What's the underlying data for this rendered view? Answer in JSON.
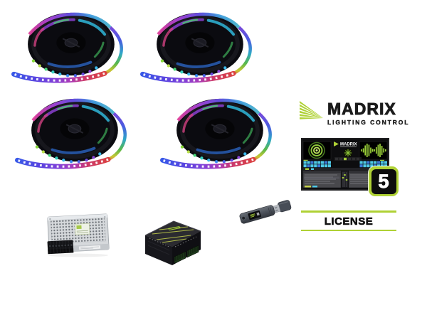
{
  "brand": {
    "wordmark": "MADRIX",
    "tagline": "LIGHTING CONTROL"
  },
  "software": {
    "screenshot_brand": "MADRIX",
    "version_badge": "5"
  },
  "license": {
    "label": "LICENSE"
  },
  "colors": {
    "madrix_green": "#AFD135",
    "badge_black": "#0D0D0D",
    "text_black": "#1B1B1B",
    "background": "#FFFFFF"
  },
  "products": {
    "items": [
      {
        "name": "led-strip-reel"
      },
      {
        "name": "led-strip-reel"
      },
      {
        "name": "led-strip-reel"
      },
      {
        "name": "led-strip-reel"
      },
      {
        "name": "power-supply"
      },
      {
        "name": "led-controller"
      },
      {
        "name": "usb-license-dongle"
      }
    ]
  }
}
